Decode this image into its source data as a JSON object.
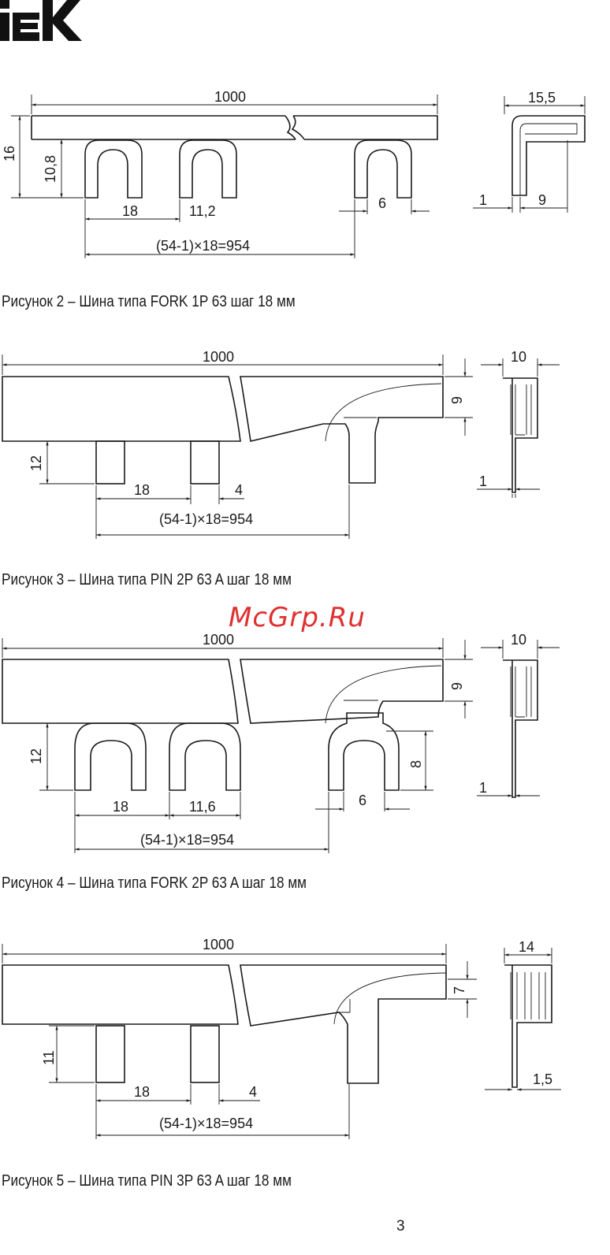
{
  "logo": {
    "text": "IEK"
  },
  "watermark": "McGrp.Ru",
  "page_number": "3",
  "figures": [
    {
      "caption": "Рисунок 2 – Шина типа FORK 1P 63  шаг 18 мм",
      "dims": {
        "length": "1000",
        "height": "16",
        "fork_height": "10,8",
        "pitch": "18",
        "gap": "11,2",
        "width": "6",
        "span": "(54-1)×18=954",
        "side_width": "15,5",
        "side_thickness": "1",
        "side_inner": "9"
      }
    },
    {
      "caption": "Рисунок 3 – Шина типа PIN 2P 63 A шаг 18 мм",
      "dims": {
        "length": "1000",
        "pin_height": "12",
        "pitch": "18",
        "pin_width": "4",
        "span": "(54-1)×18=954",
        "side_width": "10",
        "side_height": "9",
        "side_thickness": "1"
      }
    },
    {
      "caption": "Рисунок 4 – Шина типа FORK 2P 63 A шаг 18 мм",
      "dims": {
        "length": "1000",
        "fork_height": "12",
        "pitch": "18",
        "gap": "11,6",
        "width": "6",
        "slot_depth": "8",
        "span": "(54-1)×18=954",
        "side_width": "10",
        "side_height": "9",
        "side_thickness": "1"
      }
    },
    {
      "caption": "Рисунок 5 – Шина типа PIN 3P 63 A шаг 18 мм",
      "dims": {
        "length": "1000",
        "pin_height": "11",
        "pitch": "18",
        "pin_width": "4",
        "span": "(54-1)×18=954",
        "side_width": "14",
        "side_height": "7",
        "side_thickness": "1,5"
      }
    }
  ]
}
